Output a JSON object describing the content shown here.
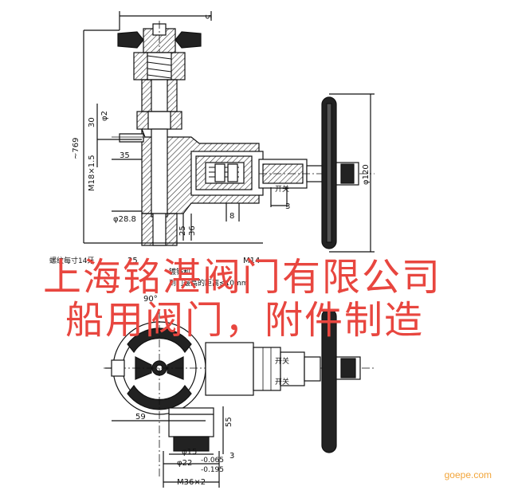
{
  "drawing": {
    "labels": {
      "d5": "5",
      "d769": "~769",
      "d30": "30",
      "d35": "35",
      "d2": "φ2",
      "m18": "M18×1.5",
      "d288": "φ28.8",
      "d25a": "25",
      "d36": "36",
      "d8": "8",
      "d3a": "3",
      "d120": "φ120",
      "kaiguan1": "开关",
      "kaiguan2": "开关",
      "kaiguan3": "开关",
      "thread_note": "螺纹每寸14牙",
      "d25b": "25",
      "m14": "M14",
      "note2": "镀铬和",
      "note3": "到门最高的距离≤10mm",
      "angle90": "90°",
      "d59": "59",
      "d55": "55",
      "d15": "φ15",
      "d22": "φ22",
      "tol1": "-0.065",
      "tol2": "-0.195",
      "d3b": "3",
      "m36": "M36×2"
    },
    "watermark": {
      "line1": "上海铭湛阀门有限公司",
      "line2": "船用阀门，附件制造"
    },
    "site_mark": "goepe.com",
    "colors": {
      "line": "#111111",
      "hatch": "#333333",
      "watermark": "#e8463f",
      "site": "#f2a53a"
    }
  }
}
